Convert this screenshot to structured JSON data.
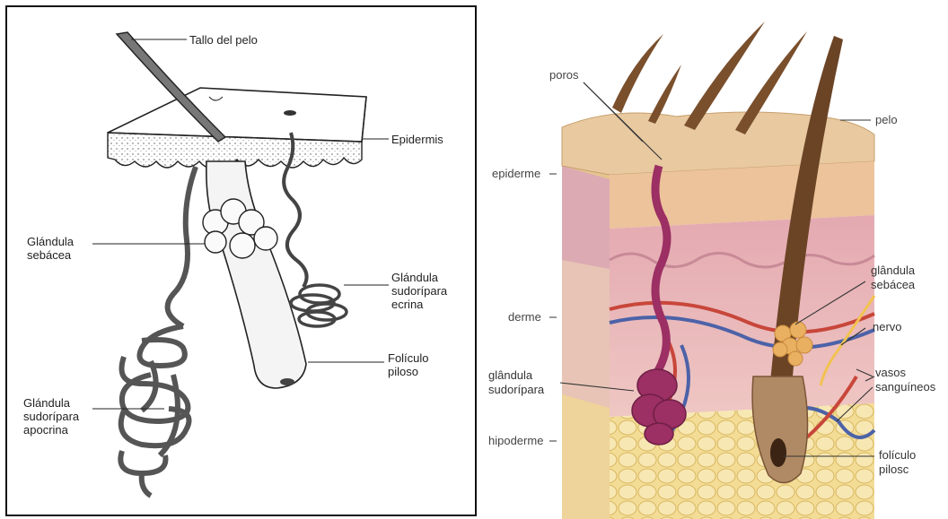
{
  "left": {
    "labels": {
      "hair_shaft": "Tallo del pelo",
      "epidermis": "Epidermis",
      "sebaceous": "Glándula\nsebácea",
      "eccrine": "Glándula\nsudorípara\necrina",
      "follicle": "Folículo\npiloso",
      "apocrine": "Glándula\nsudorípara\napocrina"
    }
  },
  "right": {
    "labels": {
      "pores": "poros",
      "hair": "pelo",
      "epidermis": "epiderme",
      "dermis": "derme",
      "hypodermis": "hipoderme",
      "sebaceous": "glândula\nsebácea",
      "nerve": "nervo",
      "vessels": "vasos\nsanguíneos",
      "sweat": "glândula\nsudorípara",
      "follicle": "folículo\npilosc"
    }
  },
  "colors": {
    "frame": "#111111",
    "skin_surface": "#e8c9a0",
    "dermis": "#e9b8b4",
    "fat": "#f3dc96",
    "gland": "#9c2f63",
    "hair": "#6b4426",
    "artery": "#c8463a",
    "vein": "#4c62a8"
  }
}
